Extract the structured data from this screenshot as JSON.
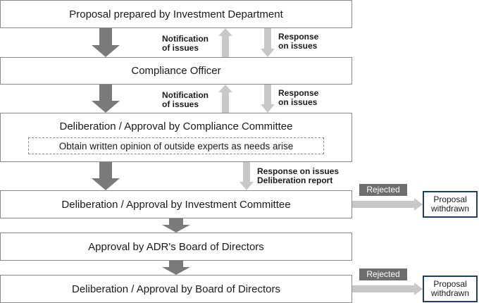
{
  "steps": [
    "Proposal prepared by Investment Department",
    "Compliance Officer",
    "Deliberation / Approval by Compliance Committee",
    "Deliberation / Approval by Investment Committee",
    "Approval by ADR's Board of Directors",
    "Deliberation / Approval by Board of Directors"
  ],
  "sub_note": "Obtain written opinion of outside experts as needs arise",
  "notes": {
    "notification_1": "Notification\nof issues",
    "response_1": "Response\non issues",
    "notification_2": "Notification\nof issues",
    "response_2": "Response\non issues",
    "response_report": "Response on issues\nDeliberation report"
  },
  "rejected_label": "Rejected",
  "outcome_label": "Proposal\nwithdrawn",
  "colors": {
    "dark_arrow": "#7a7a7a",
    "light_arrow": "#c8c8c8",
    "badge": "#6e6e6e",
    "outcome_border": "#1d3f66",
    "box_border": "#8a8a8a"
  }
}
